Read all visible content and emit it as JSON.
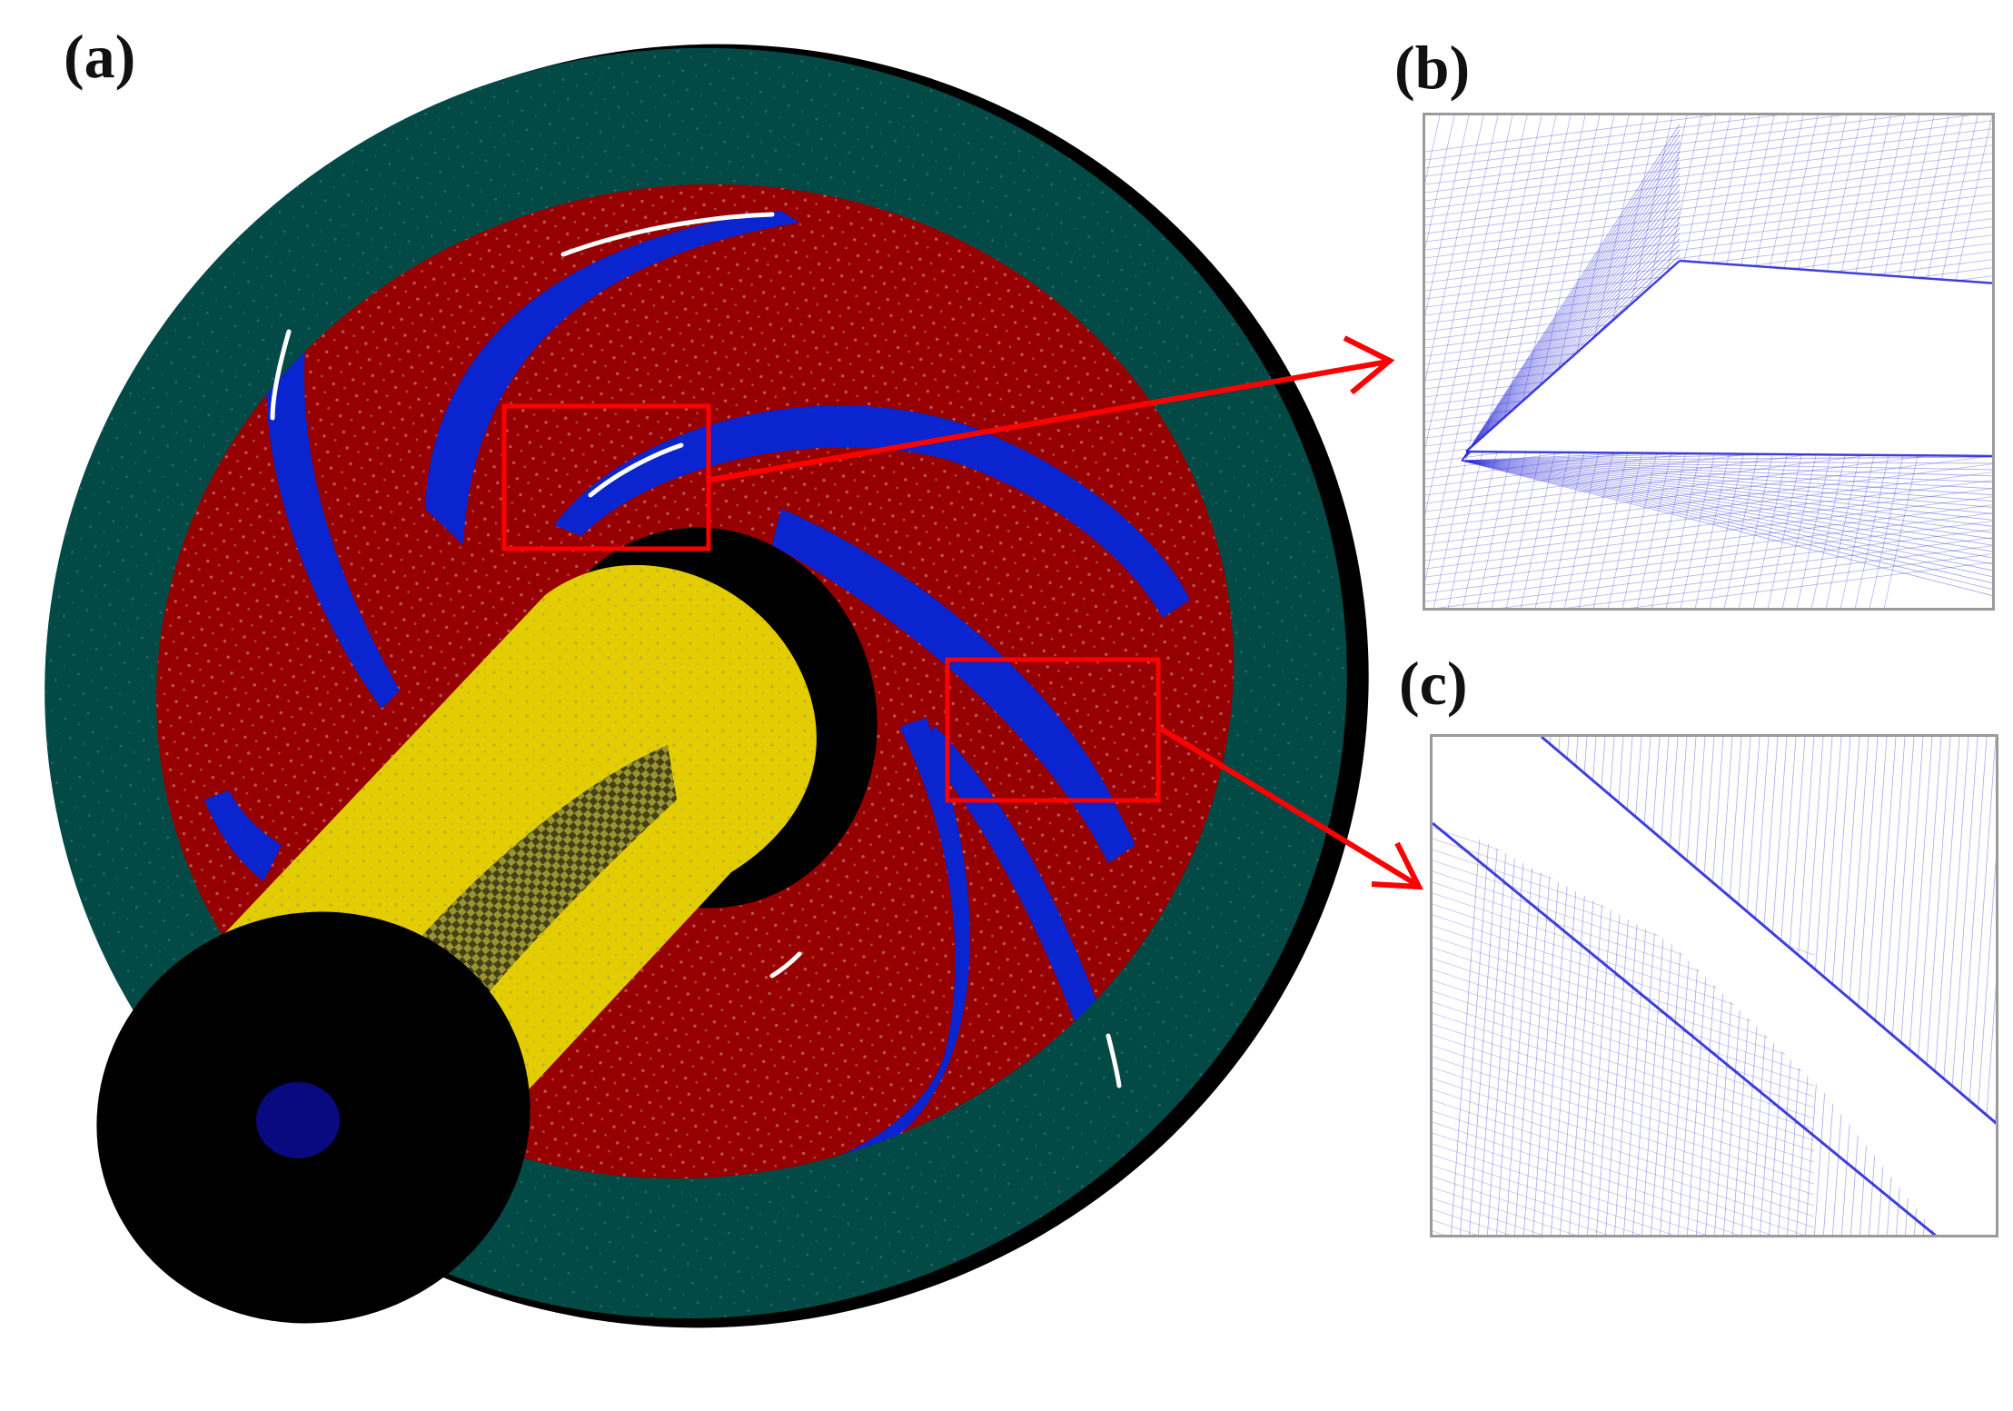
{
  "labels": {
    "a": "(a)",
    "b": "(b)",
    "c": "(c)"
  },
  "colors": {
    "casing": "#034a46",
    "casing_edge": "#000000",
    "impeller_disc": "#960000",
    "blades": "#0a24d0",
    "blade_highlight": "#ffffff",
    "inlet_pipe": "#e3cc00",
    "pipe_end": "#000000",
    "pipe_core": "#0a0a80",
    "highlight_box": "#ff0000",
    "mesh_lines": "#2b2bd8",
    "frame": "#9a9a9a"
  },
  "icons": {
    "zoom_marker": "red-rectangle",
    "pointer": "red-arrow"
  }
}
